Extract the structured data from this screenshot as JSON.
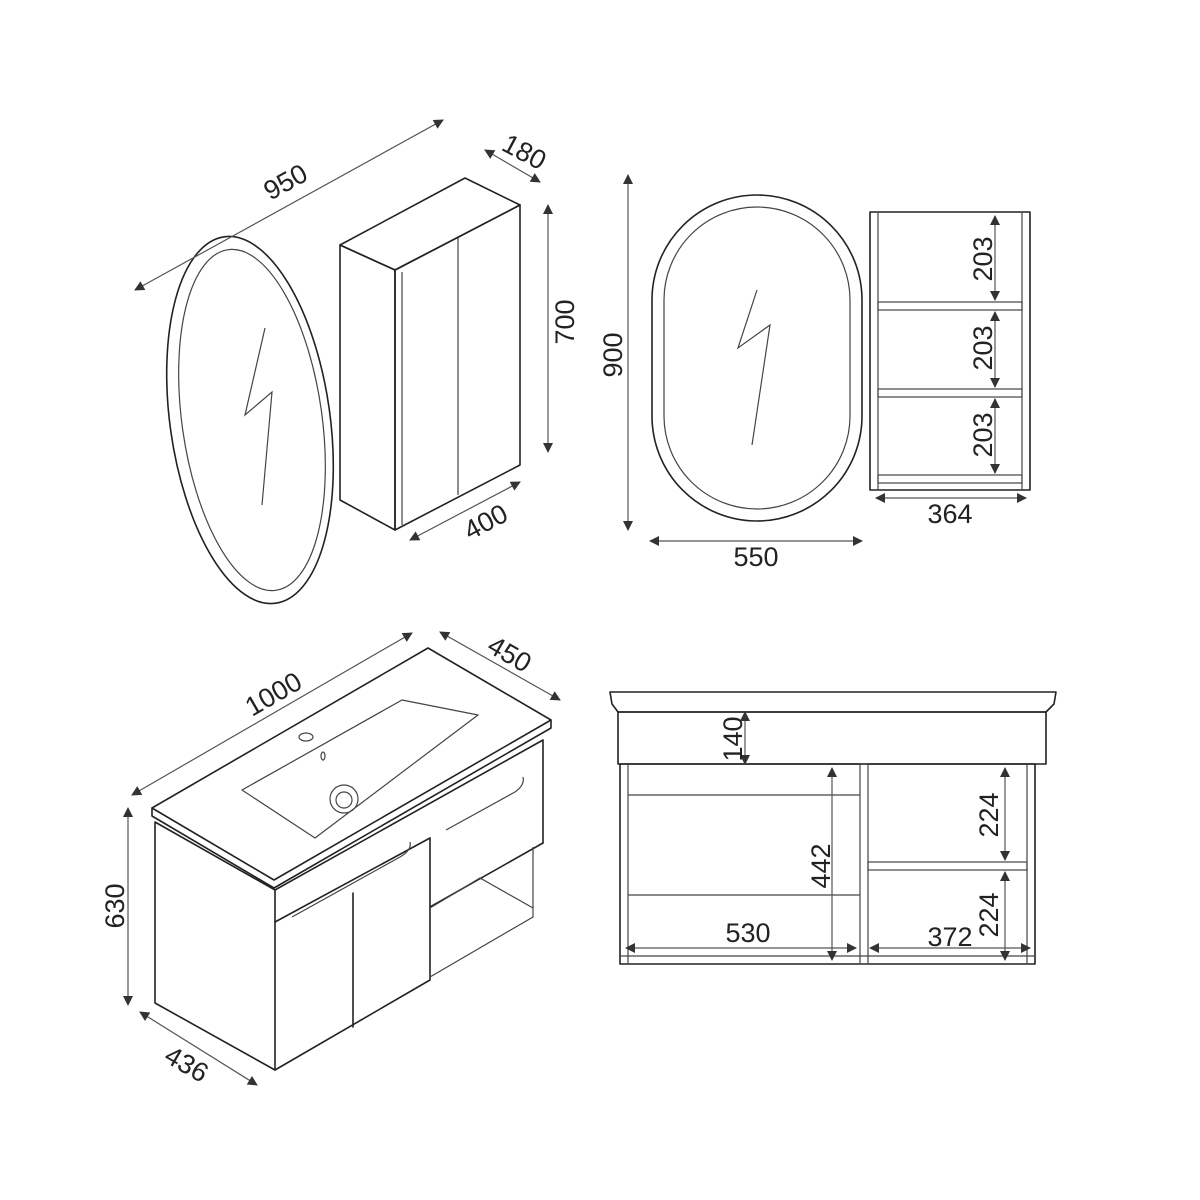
{
  "mirror_cabinet_iso": {
    "width_total": "950",
    "depth": "180",
    "height": "700",
    "cabinet_width": "400"
  },
  "mirror_front": {
    "height": "900",
    "width": "550"
  },
  "shelf_front": {
    "shelf_spacing_1": "203",
    "shelf_spacing_2": "203",
    "shelf_spacing_3": "203",
    "width": "364"
  },
  "vanity_iso": {
    "width": "1000",
    "depth_top": "450",
    "height": "630",
    "depth_body": "436"
  },
  "vanity_front": {
    "drawer_height": "140",
    "inner_height": "442",
    "left_width": "530",
    "right_width": "372",
    "shelf_spacing_upper": "224",
    "shelf_spacing_lower": "224"
  },
  "colors": {
    "line": "#222222",
    "background": "#ffffff"
  }
}
